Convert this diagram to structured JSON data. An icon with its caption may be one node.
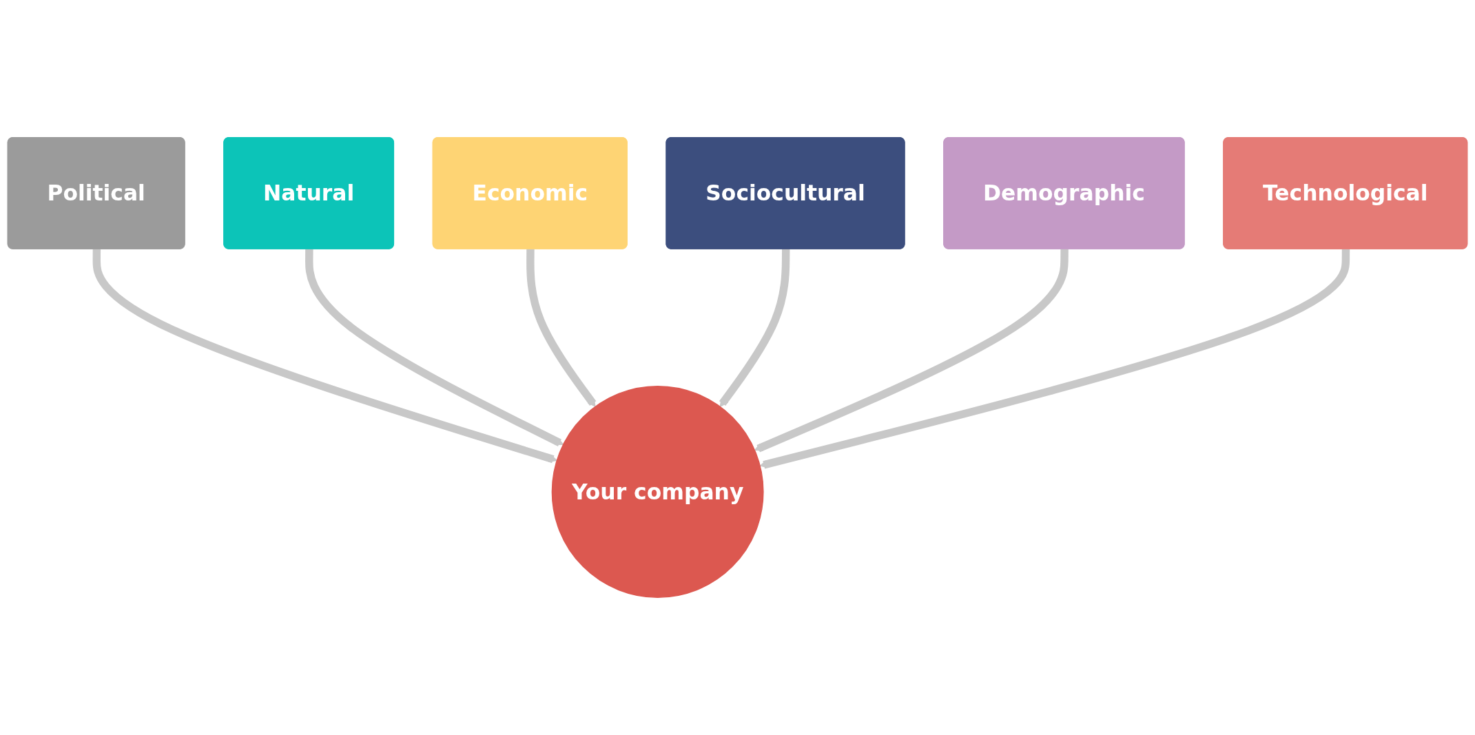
{
  "diagram": {
    "nodes": [
      {
        "text": [
          "Political"
        ]
      },
      {
        "text": [
          "Natural"
        ]
      },
      {
        "text": [
          "Economic"
        ]
      },
      {
        "text": [
          "Sociocultural"
        ]
      },
      {
        "text": [
          "Your company"
        ]
      },
      {
        "text": [
          "Demographic"
        ]
      },
      {
        "text": [
          "Technological"
        ]
      }
    ],
    "edges": [
      {
        "from": 0,
        "to": 4,
        "arrow": "to"
      },
      {
        "from": 1,
        "to": 4,
        "arrow": "to"
      },
      {
        "from": 2,
        "to": 4,
        "arrow": "to"
      },
      {
        "from": 3,
        "to": 4,
        "arrow": "to"
      },
      {
        "from": 5,
        "to": 4,
        "arrow": "to"
      },
      {
        "from": 6,
        "to": 4,
        "arrow": "to"
      }
    ]
  }
}
